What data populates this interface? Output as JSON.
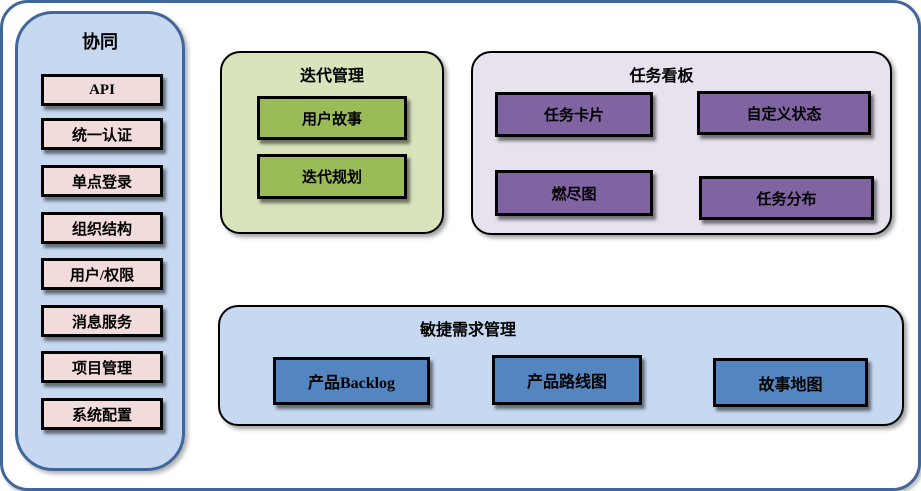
{
  "colors": {
    "frame_border": "#41669c",
    "panel_blue_bg": "#c6d9f1",
    "pink_item_bg": "#f2dcdb",
    "green_panel_bg": "#d7e4bc",
    "green_item_bg": "#9bbb59",
    "purple_panel_bg": "#e7e2ee",
    "purple_item_bg": "#8064a2",
    "blue_item_bg": "#5385c1"
  },
  "sidebar": {
    "title": "协同",
    "items": [
      "API",
      "统一认证",
      "单点登录",
      "组织结构",
      "用户/权限",
      "消息服务",
      "项目管理",
      "系统配置"
    ]
  },
  "groups": {
    "iteration": {
      "title": "迭代管理",
      "items": [
        "用户故事",
        "迭代规划"
      ]
    },
    "kanban": {
      "title": "任务看板",
      "items": [
        "任务卡片",
        "自定义状态",
        "燃尽图",
        "任务分布"
      ]
    },
    "agile": {
      "title": "敏捷需求管理",
      "items": [
        "产品Backlog",
        "产品路线图",
        "故事地图"
      ]
    }
  }
}
